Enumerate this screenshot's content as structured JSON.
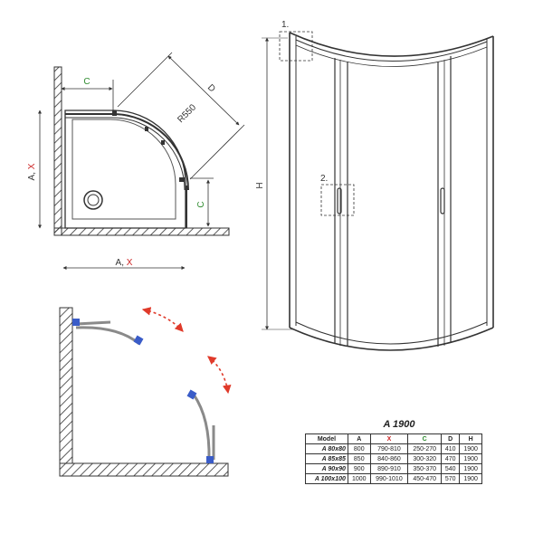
{
  "top_view": {
    "dim_c_top": "C",
    "dim_d": "D",
    "radius": "R550",
    "dim_ax_left": {
      "letter": "A",
      "sep": ", ",
      "var": "X"
    },
    "dim_ax_bottom": {
      "letter": "A",
      "sep": ", ",
      "var": "X"
    },
    "dim_c_right": "C"
  },
  "front_view": {
    "height_label": "H",
    "callout_1": "1.",
    "callout_2": "2."
  },
  "colors": {
    "line": "#333333",
    "green_label": "#2e8b2e",
    "red_label": "#cc2222",
    "arrow_red": "#e03a2a",
    "hinge_blue": "#3a5cc8",
    "glass_grey": "#8a8a8a"
  },
  "spec_table": {
    "title": "A 1900",
    "columns": [
      "Model",
      "A",
      "X",
      "C",
      "D",
      "H"
    ],
    "rows": [
      [
        "A 80x80",
        "800",
        "790-810",
        "250-270",
        "410",
        "1900"
      ],
      [
        "A 85x85",
        "850",
        "840-860",
        "300-320",
        "470",
        "1900"
      ],
      [
        "A 90x90",
        "900",
        "890-910",
        "350-370",
        "540",
        "1900"
      ],
      [
        "A 100x100",
        "1000",
        "990-1010",
        "450-470",
        "570",
        "1900"
      ]
    ]
  }
}
